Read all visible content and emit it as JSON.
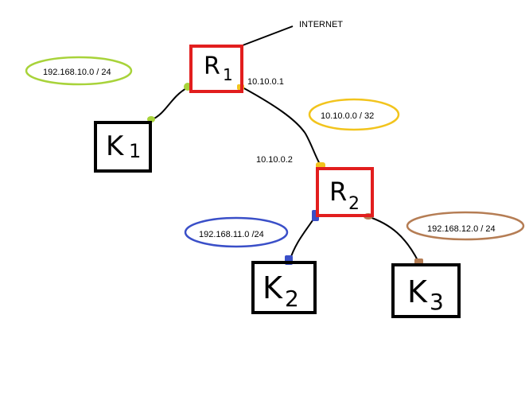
{
  "internet_label": "INTERNET",
  "routers": [
    {
      "id": "R1",
      "letter": "R",
      "sub": "1",
      "color": "#e21e1e"
    },
    {
      "id": "R2",
      "letter": "R",
      "sub": "2",
      "color": "#e21e1e"
    }
  ],
  "computers": [
    {
      "id": "K1",
      "letter": "K",
      "sub": "1"
    },
    {
      "id": "K2",
      "letter": "K",
      "sub": "2"
    },
    {
      "id": "K3",
      "letter": "K",
      "sub": "3"
    }
  ],
  "ip_labels": {
    "r1_wan_ip": "10.10.0.1",
    "r2_wan_ip": "10.10.0.2"
  },
  "networks": [
    {
      "id": "net-k1",
      "label": "192.168.10.0 / 24",
      "color": "#a8d33a"
    },
    {
      "id": "net-r1-r2",
      "label": "10.10.0.0 / 32",
      "color": "#f2c41d"
    },
    {
      "id": "net-k2",
      "label": "192.168.11.0 /24",
      "color": "#3a4fc8"
    },
    {
      "id": "net-k3",
      "label": "192.168.12.0 / 24",
      "color": "#b57d54"
    }
  ]
}
